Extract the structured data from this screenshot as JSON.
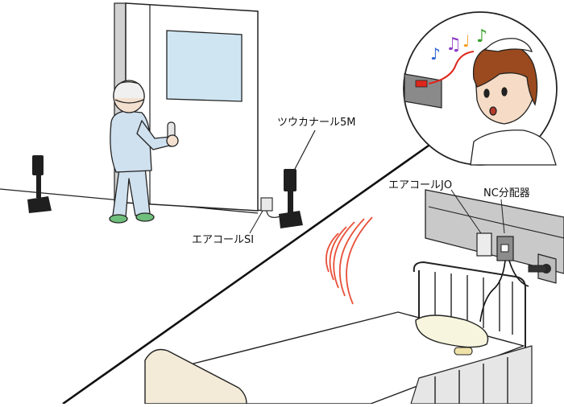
{
  "labels": {
    "sensor_5m": "ツウカナール5M",
    "aircall_si": "エアコールSI",
    "aircall_jo": "エアコールJO",
    "nc_distributor": "NC分配器"
  },
  "music_notes": [
    "♪",
    "♫",
    "♩",
    "♪"
  ],
  "colors": {
    "line": "#111111",
    "door_glass": "#cfe6f2",
    "pajama": "#cfe0ee",
    "wall_panel": "#c9c9c9",
    "indicator_red": "#e0261b",
    "nurse_hair": "#9a4a1e",
    "signal_wave": "#e8503a",
    "note_blue": "#2d5fd6",
    "note_purple": "#8d3bc9",
    "note_orange": "#f29b1f",
    "note_green": "#37a12b"
  }
}
